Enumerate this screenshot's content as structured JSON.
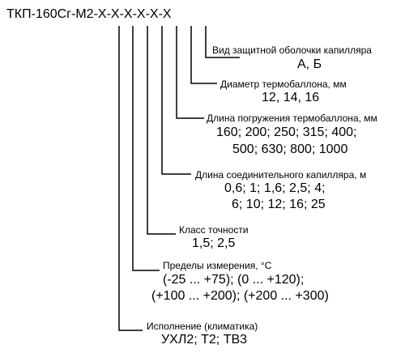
{
  "code": "ТКП-160Сг-М2-X-X-X-X-X-X",
  "groups": [
    {
      "label": "Вид защитной оболочки капилляра",
      "values": [
        "А, Б"
      ]
    },
    {
      "label": "Диаметр термобаллона, мм",
      "values": [
        "12, 14, 16"
      ]
    },
    {
      "label": "Длина погружения термобаллона, мм",
      "values": [
        "160; 200; 250; 315; 400;",
        "500; 630; 800; 1000"
      ]
    },
    {
      "label": "Длина соединительного капилляра, м",
      "values": [
        "0,6; 1; 1,6; 2,5; 4;",
        "6; 10; 12; 16; 25"
      ]
    },
    {
      "label": "Класс точности",
      "values": [
        "1,5; 2,5"
      ]
    },
    {
      "label": "Пределы измерения, °С",
      "values": [
        "(-25 ... +75); (0 ... +120);",
        "(+100 ... +200); (+200 ... +300)"
      ]
    },
    {
      "label": "Исполнение (климатика)",
      "values": [
        "УХЛ2; Т2; ТВ3"
      ]
    }
  ]
}
